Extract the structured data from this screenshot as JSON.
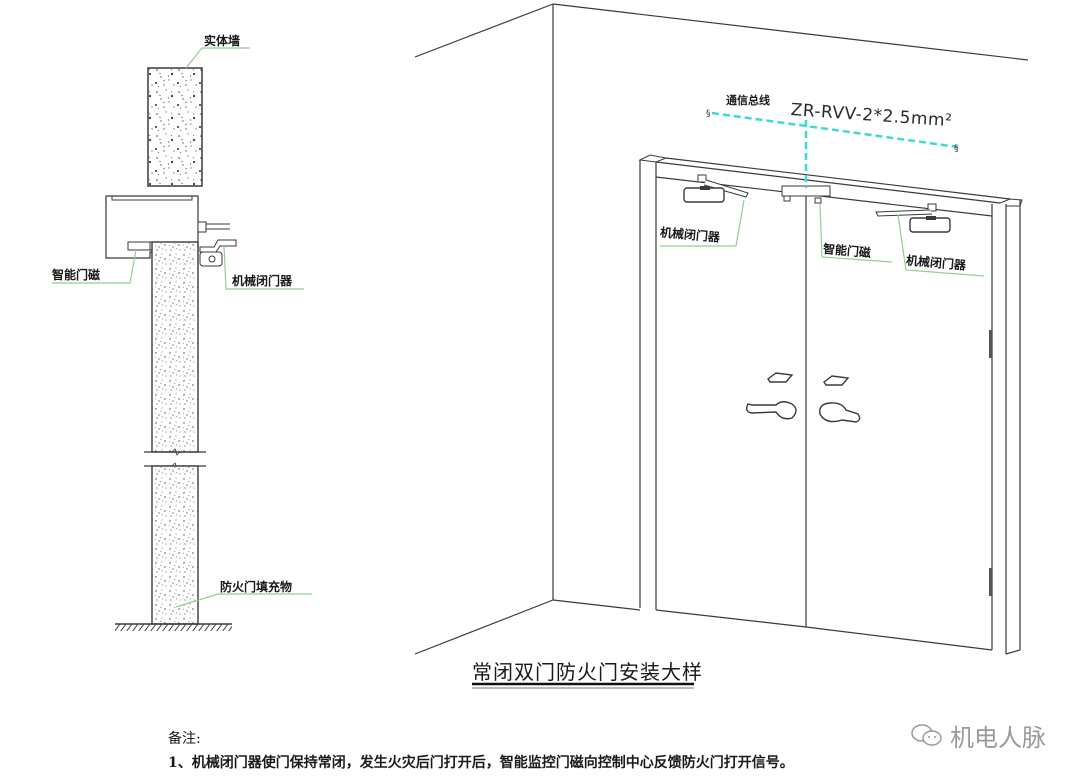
{
  "section_view": {
    "labels": {
      "solid_wall": "实体墙",
      "smart_magnet": "智能门磁",
      "door_closer": "机械闭门器",
      "door_filler": "防火门填充物"
    }
  },
  "elevation_view": {
    "bus_label": "通信总线",
    "cable_spec": "ZR-RVV-2*2.5mm²",
    "labels": {
      "left_closer": "机械闭门器",
      "smart_magnet": "智能门磁",
      "right_closer": "机械闭门器"
    },
    "title": "常闭双门防火门安装大样"
  },
  "notes": {
    "heading": "备注:",
    "items": [
      "1、机械闭门器使门保持常闭，发生火灾后门打开后，智能监控门磁向控制中心反馈防火门打开信号。"
    ]
  },
  "watermark": {
    "text": "机电人脉",
    "icon": "wechat-icon"
  },
  "colors": {
    "line": "#3a3a3a",
    "leader": "#8fd08f",
    "cable": "#3fd8d8",
    "watermark": "#9a9a9a"
  }
}
